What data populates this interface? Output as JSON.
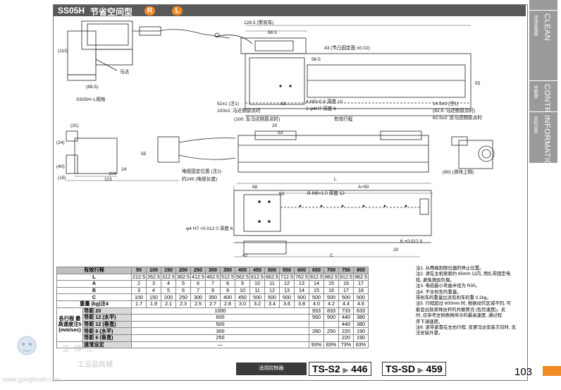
{
  "header": {
    "model": "SS05H",
    "subtitle": "节省空间型",
    "badges": [
      "R",
      "L"
    ]
  },
  "side_tabs": [
    {
      "en": "CLEAN",
      "cn": "洁净室规格"
    },
    {
      "en": "CONTROLLER",
      "cn": "控制器"
    },
    {
      "en": "INFORMATION",
      "cn": "资料信息"
    }
  ],
  "drawing_labels": {
    "dim_113v": "(113)",
    "motor": "马达",
    "dim_88_5b": "(88.5)",
    "l_spec": "SS05H~L规格",
    "dim_128_5": "128.5 (带刹车)",
    "dim_88_5": "88.5",
    "dim_56_5": "56.5",
    "dim_43v": "43 (节凸固定面 ±0.02)",
    "tol_52": "52±1 (注1)",
    "dim_100": "100±2: 马达侧原点时",
    "dim_43": "43",
    "hole_m5": "4-M5×0.8 深度 10",
    "hole_h7": "2-φ4H7 深度 6",
    "dim_100m": "(100: 反马达侧原点时)",
    "stroke": "有效行程",
    "tol_14_5": "14.5±1 (注1)",
    "dim_62_5": "(62.5: 马达侧原点时)",
    "dim_62_5b": "62.5±2: 反马达侧原点时",
    "dim_55r": "55",
    "dim_31": "(31)",
    "dim_24": "(24)",
    "dim_40": "(40)",
    "dim_15": "(15)",
    "dim_55l": "55",
    "dim_104": "104",
    "dim_24b": "24",
    "dim_113": "113",
    "dim_20": "20",
    "dim_53": "53",
    "cable_fix": "电缆固定位置 (注2)",
    "cable_len": "约245 (电缆长度)",
    "dim_L": "L",
    "dim_68": "68",
    "dim_50": "50",
    "dim_Ax50": "A×50",
    "hole_m6": "B-M6×1.0 深度 12",
    "hole_h7b": "φ4 H7 +0.012 0 深度 6",
    "dim_42": "42",
    "dim_C": "C",
    "dim_20b": "20",
    "tol_6": "6 +0.012 0",
    "dim_60": "(60) (滑块上侧)"
  },
  "spec_table": {
    "stroke_label": "有效行程",
    "strokes": [
      "50",
      "100",
      "150",
      "200",
      "250",
      "300",
      "350",
      "400",
      "450",
      "500",
      "550",
      "600",
      "650",
      "700",
      "750",
      "800"
    ],
    "rows": [
      {
        "label": "L",
        "values": [
          "212.5",
          "262.5",
          "312.5",
          "362.5",
          "412.5",
          "462.5",
          "512.5",
          "562.5",
          "612.5",
          "662.5",
          "712.5",
          "762.5",
          "812.5",
          "862.5",
          "912.5",
          "962.5"
        ]
      },
      {
        "label": "A",
        "values": [
          "2",
          "3",
          "4",
          "5",
          "6",
          "7",
          "8",
          "9",
          "10",
          "11",
          "12",
          "13",
          "14",
          "15",
          "16",
          "17"
        ]
      },
      {
        "label": "B",
        "values": [
          "3",
          "4",
          "5",
          "6",
          "7",
          "8",
          "9",
          "10",
          "11",
          "12",
          "13",
          "14",
          "15",
          "16",
          "17",
          "18"
        ]
      },
      {
        "label": "C",
        "values": [
          "100",
          "150",
          "200",
          "250",
          "300",
          "350",
          "400",
          "450",
          "500",
          "500",
          "500",
          "500",
          "500",
          "500",
          "500",
          "500"
        ]
      },
      {
        "label": "重量 (kg)注4",
        "values": [
          "1.7",
          "1.9",
          "2.1",
          "2.3",
          "2.5",
          "2.7",
          "2.8",
          "3.0",
          "3.2",
          "3.4",
          "3.6",
          "3.8",
          "4.0",
          "4.2",
          "4.4",
          "4.6"
        ]
      }
    ],
    "speed_group": "各行程 最高速度注5 (mm/sec)",
    "speed_rows": [
      {
        "sub": "导距 20",
        "span": "1000",
        "tail": [
          "933",
          "833",
          "733",
          "633"
        ]
      },
      {
        "sub": "导距 12 (水平)",
        "span": "600",
        "tail": [
          "560",
          "500",
          "440",
          "380"
        ]
      },
      {
        "sub": "导距 12 (垂直)",
        "span": "500",
        "tail": [
          "",
          "",
          "440",
          "380"
        ]
      },
      {
        "sub": "导距 6 (水平)",
        "span": "300",
        "tail": [
          "280",
          "250",
          "220",
          "190"
        ]
      },
      {
        "sub": "导距 6 (垂直)",
        "span": "250",
        "tail": [
          "",
          "",
          "220",
          "190"
        ]
      }
    ],
    "accel_label": "速度设定",
    "accel_span": "—",
    "accel_tail": [
      "93%",
      "83%",
      "73%",
      "63%"
    ]
  },
  "notes": [
    "注1. 从两端到限位器的停止位置。",
    "注2. 请在主机侧距约 60mm 以内, 用扎带固定电",
    "      缆, 避免施加负载。",
    "注3. 电缆最小弯曲半径为 R30。",
    "注4. 不含刹车的重量。",
    "      带刹车的重量比没有刹车的重 0.2kg。",
    "注5. 行程超过 600mm 时, 根据动作区域不同, 可",
    "      能会出现滚珠丝杆的共振情况 (危险速度)。此",
    "      时, 应参考左侧表格所示的最高速度, 通过程",
    "      序下调速度。",
    "注6. 滚带紧靠在左右行程, 变更马达安装方向时, 无",
    "      法安装外罩。"
  ],
  "controllers": {
    "label": "适用控制器",
    "items": [
      {
        "name": "TS-S2",
        "page": "446"
      },
      {
        "name": "TS-SD",
        "page": "459"
      }
    ]
  },
  "page_number": "103",
  "watermark": {
    "brand": "工博士",
    "cn": "工业品商城",
    "url": "www.gongboshi.com"
  },
  "colors": {
    "accent": "#f08a22",
    "header": "#595959",
    "tab": "#9a9a9a"
  }
}
